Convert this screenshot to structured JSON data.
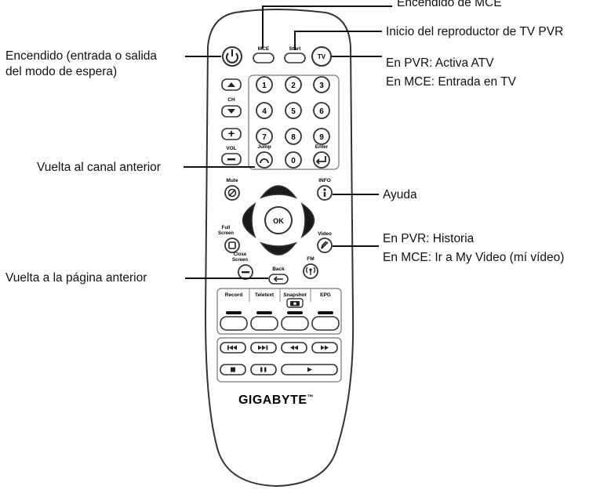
{
  "callouts": {
    "mce_power": "Encendido de MCE",
    "pvr_start": "Inicio del reproductor de TV PVR",
    "power_line1": "Encendido (entrada o salida",
    "power_line2": "del modo de espera)",
    "tv_line1": "En PVR: Activa ATV",
    "tv_line2": "En MCE: Entrada en TV",
    "jump": "Vuelta al canal anterior",
    "info": "Ayuda",
    "video_line1": "En PVR: Historia",
    "video_line2": "En MCE: Ir a My Video (mí vídeo)",
    "back": "Vuelta a la página anterior"
  },
  "remote": {
    "brand": "GIGABYTE",
    "brand_tm": "™",
    "top_buttons": {
      "mce": "MCE",
      "start": "Start",
      "tv": "TV"
    },
    "labels": {
      "ch": "CH",
      "vol": "VOL",
      "jump": "Jump",
      "enter": "Enter",
      "mute": "Mute",
      "info": "INFO",
      "full_screen_1": "Full",
      "full_screen_2": "Screen",
      "video": "Video",
      "close_screen_1": "Close",
      "close_screen_2": "Screen",
      "back": "Back",
      "fm": "FM",
      "record": "Record",
      "teletext": "Teletext",
      "snapshot": "Snapshot",
      "epg": "EPG",
      "ok": "OK"
    },
    "keypad": [
      "1",
      "2",
      "3",
      "4",
      "5",
      "6",
      "7",
      "8",
      "9",
      "0"
    ],
    "colors": {
      "outline": "#333333",
      "button_fill": "#ffffff",
      "dpad_fill": "#1a1a1a",
      "body_fill": "#ffffff"
    }
  }
}
